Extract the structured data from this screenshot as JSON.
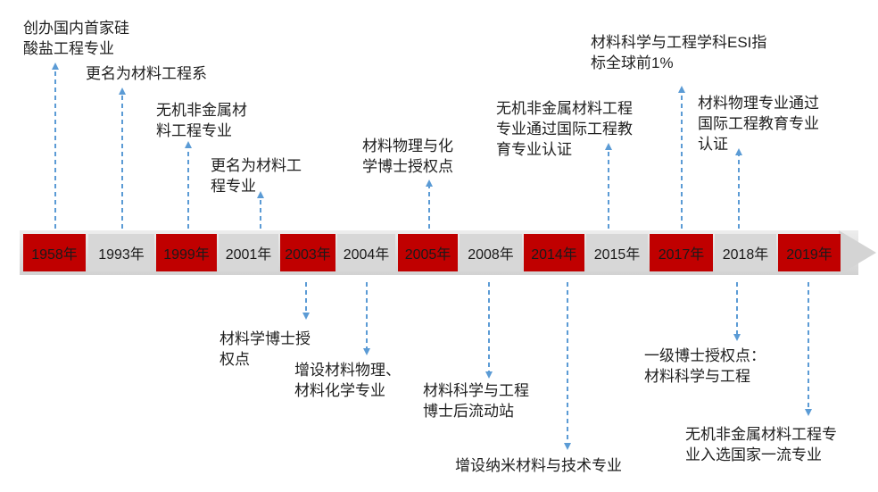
{
  "timeline": {
    "years": [
      {
        "label": "1958年",
        "color": "#c00000"
      },
      {
        "label": "1993年",
        "color": "#d7d7d7"
      },
      {
        "label": "1999年",
        "color": "#c00000"
      },
      {
        "label": "2001年",
        "color": "#d7d7d7"
      },
      {
        "label": "2003年",
        "color": "#c00000"
      },
      {
        "label": "2004年",
        "color": "#d7d7d7"
      },
      {
        "label": "2005年",
        "color": "#c00000"
      },
      {
        "label": "2008年",
        "color": "#d7d7d7"
      },
      {
        "label": "2014年",
        "color": "#c00000"
      },
      {
        "label": "2015年",
        "color": "#d7d7d7"
      },
      {
        "label": "2017年",
        "color": "#c00000"
      },
      {
        "label": "2018年",
        "color": "#d7d7d7"
      },
      {
        "label": "2019年",
        "color": "#c00000"
      }
    ],
    "arrow_color": "#5b9bd5",
    "events_above": [
      {
        "year": "1958年",
        "lines": [
          "创办国内首家硅",
          "酸盐工程专业"
        ]
      },
      {
        "year": "1993年",
        "lines": [
          "更名为材料工程系"
        ]
      },
      {
        "year": "1999年",
        "lines": [
          "无机非金属材",
          "料工程专业"
        ]
      },
      {
        "year": "2001年",
        "lines": [
          "更名为材料工",
          "程专业"
        ]
      },
      {
        "year": "2005年",
        "lines": [
          "材料物理与化",
          "学博士授权点"
        ]
      },
      {
        "year": "2015年",
        "lines": [
          "无机非金属材料工程",
          "专业通过国际工程教",
          "育专业认证"
        ]
      },
      {
        "year": "2017年",
        "lines": [
          "材料科学与工程学科ESI指",
          "标全球前1%"
        ]
      },
      {
        "year": "2018年",
        "lines": [
          "材料物理专业通过",
          "国际工程教育专业",
          "认证"
        ]
      }
    ],
    "events_below": [
      {
        "year": "2003年",
        "lines": [
          "材料学博士授",
          "权点"
        ]
      },
      {
        "year": "2004年",
        "lines": [
          "增设材料物理、",
          "材料化学专业"
        ]
      },
      {
        "year": "2008年",
        "lines": [
          "材料科学与工程",
          "博士后流动站"
        ]
      },
      {
        "year": "2014年",
        "lines": [
          "增设纳米材料与技术专业"
        ]
      },
      {
        "year": "2018年",
        "lines": [
          "一级博士授权点：",
          "材料科学与工程"
        ]
      },
      {
        "year": "2019年",
        "lines": [
          "无机非金属材料工程专",
          "业入选国家一流专业"
        ]
      }
    ]
  }
}
